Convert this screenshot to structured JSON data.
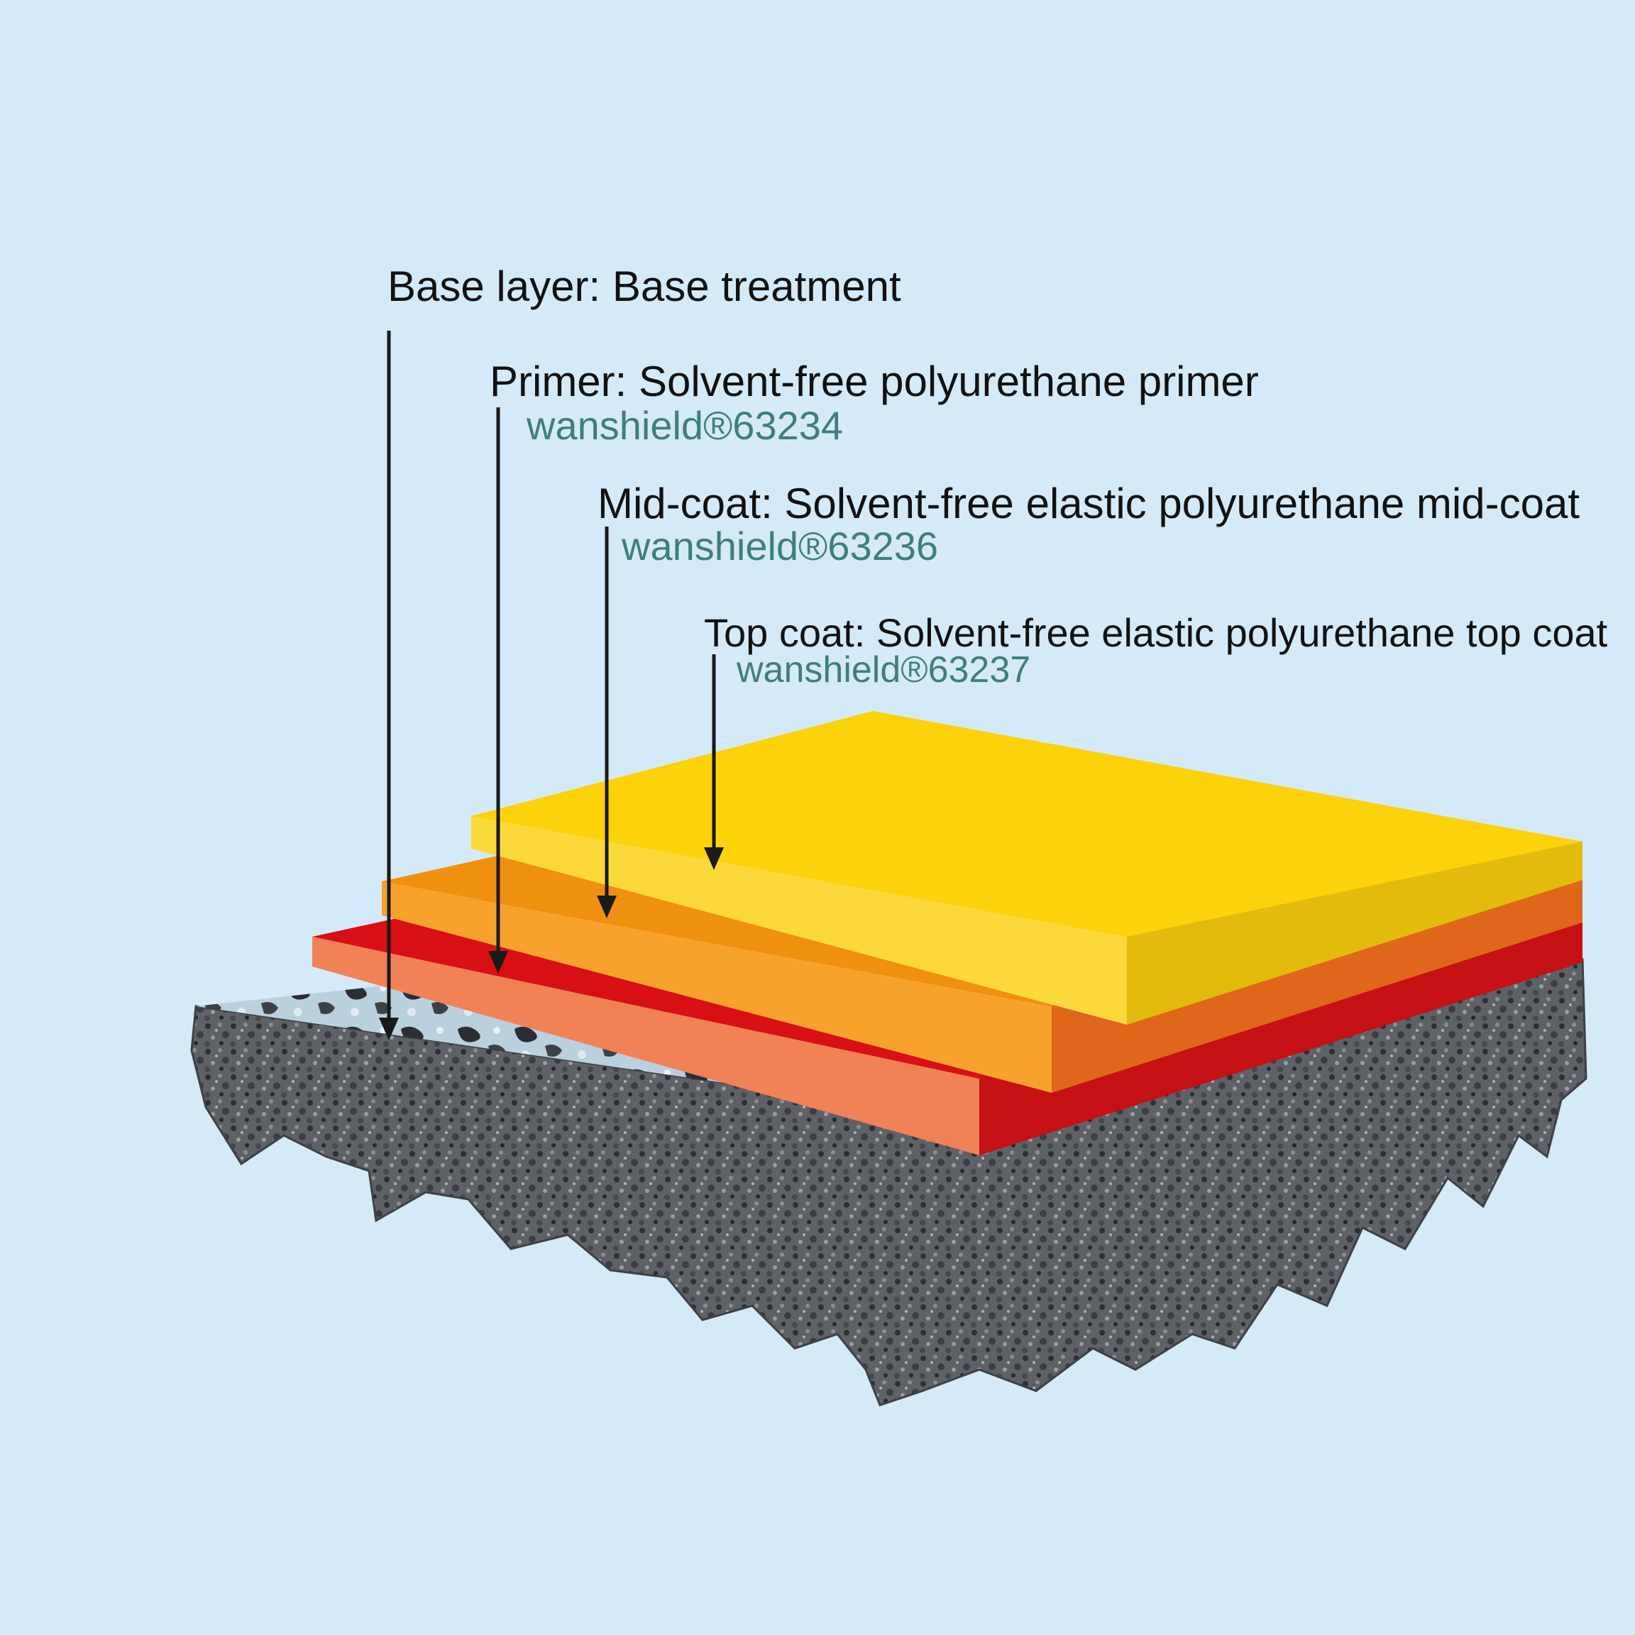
{
  "background_color": "#d5eaf8",
  "layers": [
    {
      "key": "base",
      "label": "Base layer: Base treatment",
      "product": "",
      "colors": {
        "surface": "#b9d0de",
        "edge": "#5c5f63",
        "speckle": "#2b2e33"
      }
    },
    {
      "key": "primer",
      "label": "Primer: Solvent-free polyurethane primer",
      "product": "wanshield®63234",
      "colors": {
        "top": "#d80f15",
        "front": "#f08256",
        "side": "#c51014"
      }
    },
    {
      "key": "midcoat",
      "label": "Mid-coat: Solvent-free elastic polyurethane mid-coat",
      "product": "wanshield®63236",
      "colors": {
        "top": "#f0900f",
        "front": "#f7a22c",
        "side": "#e0661c"
      }
    },
    {
      "key": "topcoat",
      "label": "Top coat: Solvent-free elastic polyurethane top coat",
      "product": "wanshield®63237",
      "colors": {
        "top": "#fcd20a",
        "front": "#fbd93a",
        "side": "#e3bb0c"
      }
    }
  ],
  "colors": {
    "label_text": "#111111",
    "product_text": "#3f7f7a",
    "arrow": "#1a1a1a"
  }
}
